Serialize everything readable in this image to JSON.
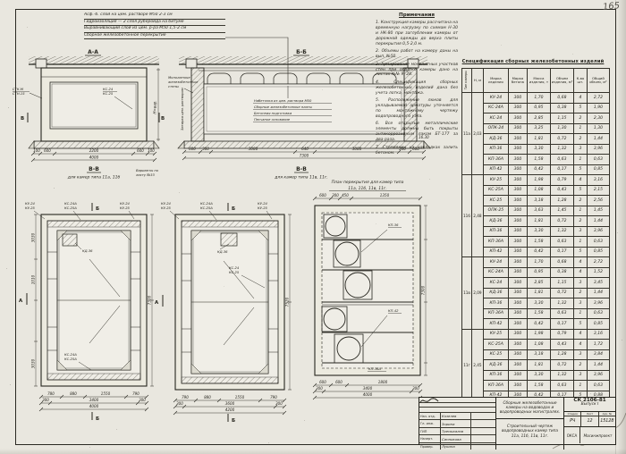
{
  "page": {
    "handwritten_sheet_no": "165"
  },
  "legend_layers": {
    "lines": [
      "Асф.-б. слой на цем. растворе М50 2-3 см",
      "Гидроизоляция — 2 слоя руберойда на битуме",
      "Выравнивающий слой из цем. р-ра М50 1,5-2 см",
      "Сборное железобетонное перекрытие"
    ]
  },
  "notes": {
    "title": "Примечания",
    "items": [
      "Конструкция камеры рассчитана на временную нагрузку по схемам Н-30 и НК-80 при заглублении камеры от дорожной одежды до верха плиты перекрытия 0,5-2,0 м.",
      "Объемы работ на камеру даны на вып. №50.",
      "Армирование монолитных участков стен при обвязке камеры дано на листах №№ 9, 28.",
      "Спецификация сборных железобетонных изделий дана без учета лотка, монтажа.",
      "Расположение люков для укладываемой арматуры уточняется по монтажному чертежу водопроводного узла.",
      "Все открытые металлические элементы должны быть покрыты антикоррозийным лаком БТ-177 за два раза.",
      "Стремянки на накладках залить бетоном."
    ]
  },
  "section_aa": {
    "title": "А-А",
    "left_label_1": "СТК-М",
    "left_label_2": "СТН-15",
    "wall_label_1": "КС-24",
    "wall_label_2": "КС-25",
    "marker": "В",
    "dims": [
      "100",
      "600",
      "2200",
      "600",
      "100"
    ],
    "dim_total": "4000",
    "dim_height": "Н=вар.",
    "caption": "В-В",
    "caption_sub": "для камер типа 11а, 11б",
    "variant_note_1": "Варианты по",
    "variant_note_2": "листу №33"
  },
  "section_bb": {
    "title": "Б-Б",
    "wall_label_1": "Монолитные",
    "wall_label_2": "железобетонные",
    "wall_label_3": "стены",
    "vertical_label": "Затирка цем. раствором",
    "callout": [
      "Набетонка из цем. раствора М50",
      "Сборные железобетонные плиты",
      "Бетонная подготовка",
      "Песчаное основание"
    ],
    "dims": [
      "600",
      "300",
      "3080",
      "640",
      "3080",
      "300",
      "600"
    ],
    "dim_total": "7300",
    "elevation": "16.30",
    "caption": "В-В",
    "caption_sub": "для камер типа 11в, 11г."
  },
  "plan_left": {
    "corner_label_1": "КУ-24",
    "corner_label_2": "КУ-25",
    "top_label_1": "КС-24А",
    "top_label_2": "КС-25А",
    "inner_label": "КД-36",
    "bottom_label_1": "КС-24А",
    "bottom_label_2": "КС-25А",
    "marker_a": "А",
    "marker_b": "Б",
    "dims_row1": [
      "780",
      "880",
      "1550",
      "790"
    ],
    "dims_row2": [
      "300",
      "3400",
      "300"
    ],
    "dim_total": "4000",
    "dim_right": "7300",
    "dim_left": [
      "3030",
      "1010",
      "3030"
    ]
  },
  "plan_mid": {
    "corner_label_1": "КУ-24",
    "corner_label_2": "КУ-25",
    "top_label_1": "КС-24А",
    "top_label_2": "КС-25А",
    "inner_label": "КД-36",
    "wall_label_1": "КС-24",
    "wall_label_2": "КС-25",
    "marker_a": "А",
    "marker_b": "Б",
    "dims_row1": [
      "790",
      "880",
      "1550",
      "790"
    ],
    "dims_row2": [
      "300",
      "3600",
      "300"
    ],
    "dim_total": "4200",
    "dim_right": "7520"
  },
  "plan_slab": {
    "title_1": "План перекрытия для камер типа",
    "title_2": "11а, 11б, 11в, 11г.",
    "label_kp36": "КП-36",
    "label_kp42": "КП-42",
    "label_kp36a": "КП-36А",
    "dims_top": [
      "600",
      "300",
      "450",
      "1350"
    ],
    "dims_row1": [
      "600",
      "600",
      "1800"
    ],
    "dims_row2": [
      "300",
      "3400",
      "300"
    ],
    "dim_total": "4000",
    "dim_right": "7300"
  },
  "spec_table": {
    "title": "Спецификация сборных железобетонных изделий",
    "headers": [
      "Тип камеры",
      "Н, м",
      "Марка изделия",
      "Марка бетона",
      "Масса изделия, т",
      "Объем изделия, м³",
      "К-во шт.",
      "Общий объем, м³"
    ],
    "groups": [
      {
        "type": "11а",
        "h": "2,03",
        "rows": [
          [
            "КУ-24",
            "300",
            "1,70",
            "0,68",
            "4",
            "2,72"
          ],
          [
            "КС-24А",
            "300",
            "0,95",
            "0,38",
            "5",
            "1,90"
          ],
          [
            "КС-24",
            "300",
            "2,85",
            "1,15",
            "2",
            "2,30"
          ],
          [
            "ОПК-24",
            "300",
            "3,25",
            "1,30",
            "1",
            "1,30"
          ],
          [
            "КД-36",
            "300",
            "1,81",
            "0,72",
            "2",
            "1,44"
          ],
          [
            "КП-36",
            "300",
            "3,30",
            "1,32",
            "3",
            "3,96"
          ],
          [
            "КП-36А",
            "300",
            "1,58",
            "0,63",
            "1",
            "0,63"
          ],
          [
            "КП-42",
            "300",
            "0,42",
            "0,17",
            "5",
            "0,85"
          ]
        ]
      },
      {
        "type": "11б",
        "h": "2,48",
        "rows": [
          [
            "КУ-25",
            "300",
            "1,98",
            "0,79",
            "4",
            "3,16"
          ],
          [
            "КС-25А",
            "300",
            "1,08",
            "0,43",
            "5",
            "2,15"
          ],
          [
            "КС-25",
            "300",
            "3,18",
            "1,28",
            "2",
            "2,56"
          ],
          [
            "ОПК-25",
            "300",
            "3,63",
            "1,45",
            "1",
            "1,45"
          ],
          [
            "КД-36",
            "300",
            "1,81",
            "0,72",
            "2",
            "1,44"
          ],
          [
            "КП-36",
            "300",
            "3,30",
            "1,32",
            "3",
            "3,96"
          ],
          [
            "КП-36А",
            "300",
            "1,58",
            "0,63",
            "1",
            "0,63"
          ],
          [
            "КП-42",
            "300",
            "0,42",
            "0,17",
            "5",
            "0,85"
          ]
        ]
      },
      {
        "type": "11в",
        "h": "2,09",
        "rows": [
          [
            "КУ-24",
            "300",
            "1,70",
            "0,68",
            "4",
            "2,72"
          ],
          [
            "КС-24А",
            "300",
            "0,95",
            "0,38",
            "4",
            "1,52"
          ],
          [
            "КС-24",
            "300",
            "2,85",
            "1,15",
            "3",
            "3,45"
          ],
          [
            "КД-36",
            "300",
            "1,81",
            "0,72",
            "2",
            "1,44"
          ],
          [
            "КП-36",
            "300",
            "3,30",
            "1,32",
            "3",
            "3,96"
          ],
          [
            "КП-36А",
            "300",
            "1,58",
            "0,63",
            "1",
            "0,63"
          ],
          [
            "КП-42",
            "300",
            "0,42",
            "0,17",
            "5",
            "0,85"
          ]
        ]
      },
      {
        "type": "11г",
        "h": "2,45",
        "rows": [
          [
            "КУ-25",
            "300",
            "1,98",
            "0,79",
            "4",
            "3,16"
          ],
          [
            "КС-25А",
            "300",
            "1,08",
            "0,43",
            "4",
            "1,72"
          ],
          [
            "КС-25",
            "300",
            "3,18",
            "1,28",
            "3",
            "3,84"
          ],
          [
            "КД-36",
            "300",
            "1,81",
            "0,72",
            "2",
            "1,44"
          ],
          [
            "КП-36",
            "300",
            "3,30",
            "1,32",
            "3",
            "3,96"
          ],
          [
            "КП-36А",
            "300",
            "1,58",
            "0,63",
            "1",
            "0,63"
          ],
          [
            "КП-42",
            "300",
            "0,42",
            "0,17",
            "5",
            "0,88"
          ]
        ]
      }
    ]
  },
  "title_block": {
    "project_title": "Сборные железобетонные камеры на водоводах и водопроводных магистралях.",
    "drawing_title": "Строительный чертеж водопроводных камер типа 11а, 11б, 11в, 11г.",
    "code": "СК 2106-81",
    "issue": "Выпуск I",
    "stage_label": "Стадия",
    "sheet_label": "Лист",
    "arch_label": "Арх. №",
    "stage": "РЧ",
    "sheet": "12",
    "arch_no": "15128",
    "org_left": "ОКСА",
    "org_right": "Мосинжпроект",
    "sign_rows": [
      [
        "Нач. отд.",
        "Козелев"
      ],
      [
        "Гл. инж.",
        "Зорина"
      ],
      [
        "ГИП",
        "Трепыхалов"
      ],
      [
        "Начерт.",
        "Синникова"
      ],
      [
        "Провер.",
        "Лукина"
      ]
    ]
  }
}
